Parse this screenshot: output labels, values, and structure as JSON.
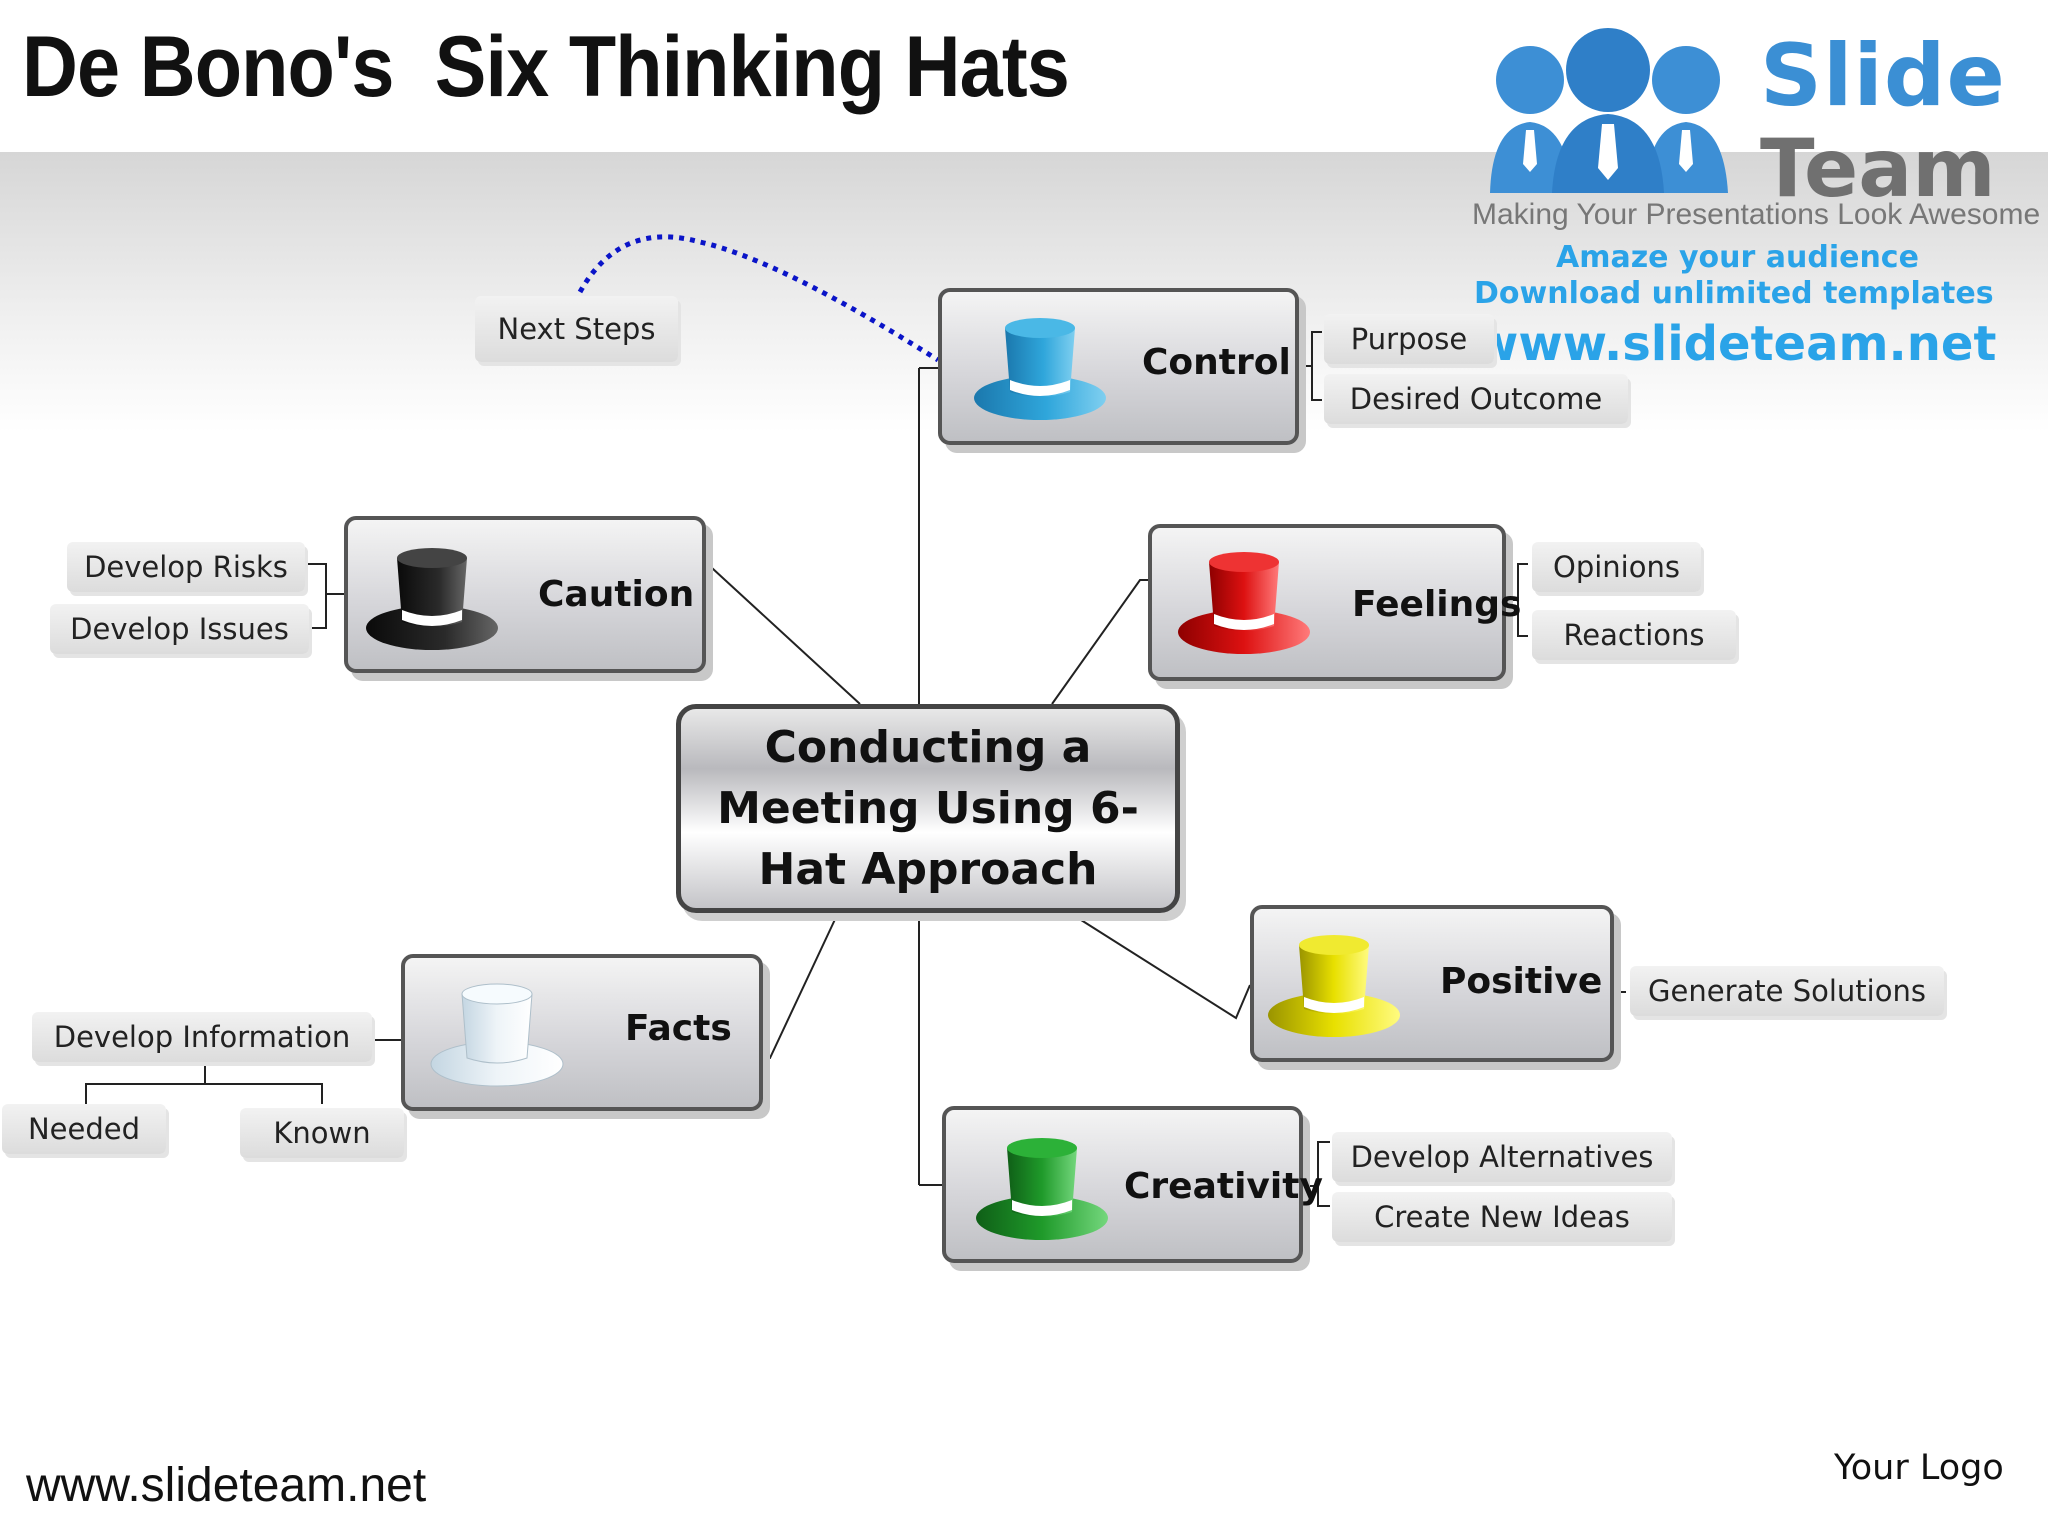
{
  "slide": {
    "title": "De Bono's  Six Thinking Hats",
    "footer_url": "www.slideteam.net",
    "your_logo": "Your Logo"
  },
  "branding": {
    "name_first": "Slide",
    "name_second": "Team",
    "tagline": "Making Your Presentations Look Awesome",
    "promo_1": "Amaze your audience",
    "promo_2": "Download unlimited templates",
    "promo_url": "www.slideteam.net"
  },
  "diagram": {
    "center": "Conducting a Meeting Using 6-Hat Approach",
    "nodes": {
      "control": {
        "label": "Control",
        "hat_color": "#2fa6db",
        "subs": [
          "Purpose",
          "Desired Outcome"
        ]
      },
      "caution": {
        "label": "Caution",
        "hat_color": "#222222",
        "subs": [
          "Develop Risks",
          "Develop Issues"
        ]
      },
      "feelings": {
        "label": "Feelings",
        "hat_color": "#dd1111",
        "subs": [
          "Opinions",
          "Reactions"
        ]
      },
      "facts": {
        "label": "Facts",
        "hat_color": "#eef4f8",
        "subs": [
          "Develop Information"
        ],
        "leaves": [
          "Needed",
          "Known"
        ]
      },
      "positive": {
        "label": "Positive",
        "hat_color": "#e8e000",
        "subs": [
          "Generate Solutions"
        ]
      },
      "creativity": {
        "label": "Creativity",
        "hat_color": "#1f9a2a",
        "subs": [
          "Develop Alternatives",
          "Create New Ideas"
        ]
      }
    },
    "next_steps": "Next Steps"
  }
}
